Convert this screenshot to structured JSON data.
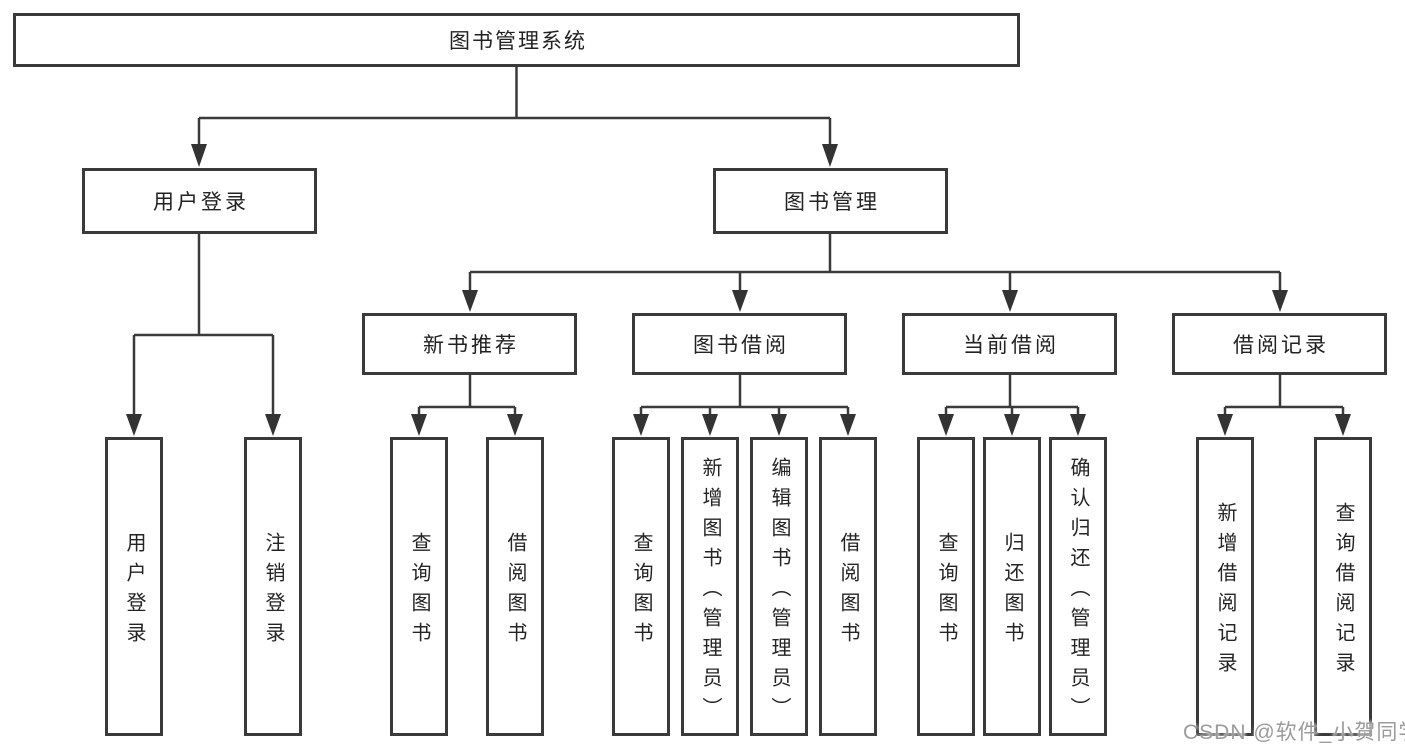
{
  "diagram_title": "图书管理系统",
  "tree": {
    "label": "图书管理系统",
    "children": [
      {
        "label": "用户登录",
        "children": [
          {
            "label": "用户登录"
          },
          {
            "label": "注销登录"
          }
        ]
      },
      {
        "label": "图书管理",
        "children": [
          {
            "label": "新书推荐",
            "children": [
              {
                "label": "查询图书"
              },
              {
                "label": "借阅图书"
              }
            ]
          },
          {
            "label": "图书借阅",
            "children": [
              {
                "label": "查询图书"
              },
              {
                "label": "新增图书（管理员）"
              },
              {
                "label": "编辑图书（管理员）"
              },
              {
                "label": "借阅图书"
              }
            ]
          },
          {
            "label": "当前借阅",
            "children": [
              {
                "label": "查询图书"
              },
              {
                "label": "归还图书"
              },
              {
                "label": "确认归还（管理员）"
              }
            ]
          },
          {
            "label": "借阅记录",
            "children": [
              {
                "label": "新增借阅记录"
              },
              {
                "label": "查询借阅记录"
              }
            ]
          }
        ]
      }
    ]
  },
  "watermark": "CSDN @软件_小贺同学",
  "colors": {
    "line": "#3a3a3a",
    "box_border": "#3a3a3a",
    "text": "#222222",
    "watermark": "#9b9b9b",
    "background": "#ffffff"
  }
}
